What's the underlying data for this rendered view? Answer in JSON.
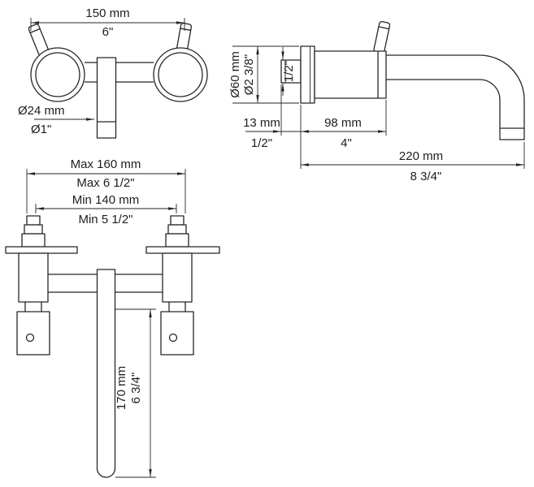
{
  "page": {
    "background": "#ffffff",
    "line_color": "#262626"
  },
  "views": {
    "front": {
      "name": "front-view",
      "dims": {
        "width_mm": "150 mm",
        "width_in": "6\"",
        "spout_dia_mm": "Ø24 mm",
        "spout_dia_in": "Ø1\""
      }
    },
    "side": {
      "name": "side-view",
      "dims": {
        "flange_dia_mm": "Ø60 mm",
        "flange_dia_in": "Ø2 3/8\"",
        "inlet": "1/2\"",
        "wall_depth_mm": "13 mm",
        "wall_depth_in": "1/2\"",
        "body_len_mm": "98 mm",
        "body_len_in": "4\"",
        "reach_mm": "220 mm",
        "reach_in": "8 3/4\""
      }
    },
    "rough_in": {
      "name": "rough-in-view",
      "dims": {
        "max_mm": "Max 160 mm",
        "max_in": "Max 6 1/2\"",
        "min_mm": "Min 140 mm",
        "min_in": "Min 5 1/2\"",
        "spout_drop_mm": "170 mm",
        "spout_drop_in": "6 3/4\""
      }
    }
  }
}
